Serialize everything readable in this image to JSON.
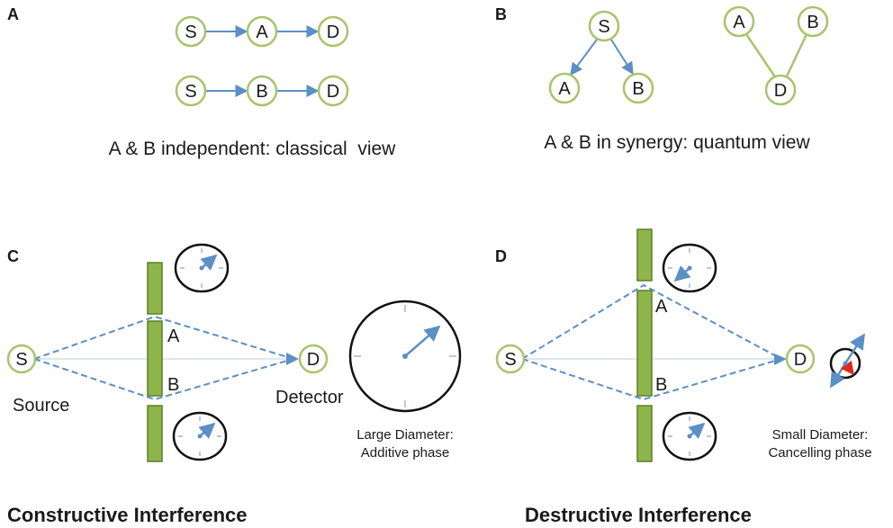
{
  "panels": {
    "a": {
      "letter": "A",
      "path1": [
        "S",
        "A",
        "D"
      ],
      "path2": [
        "S",
        "B",
        "D"
      ],
      "caption": "A & B independent: classical  view"
    },
    "b": {
      "letter": "B",
      "tree_root": "S",
      "tree_left": "A",
      "tree_right": "B",
      "v_left": "A",
      "v_right": "B",
      "v_bottom": "D",
      "caption": "A & B in synergy: quantum view"
    },
    "c": {
      "letter": "C",
      "source_node": "S",
      "detector_node": "D",
      "slit_a": "A",
      "slit_b": "B",
      "source_label": "Source",
      "detector_label": "Detector",
      "note_line1": "Large Diameter:",
      "note_line2": "Additive phase",
      "title": "Constructive Interference"
    },
    "d": {
      "letter": "D",
      "source_node": "S",
      "detector_node": "D",
      "slit_a": "A",
      "slit_b": "B",
      "note_line1": "Small Diameter:",
      "note_line2": "Cancelling phase",
      "title": "Destructive Interference"
    }
  },
  "colors": {
    "node_border": "#a9c46c",
    "arrow": "#5b8fc6",
    "slit": "#8db54a",
    "cancel_arrow": "#e0291b"
  }
}
